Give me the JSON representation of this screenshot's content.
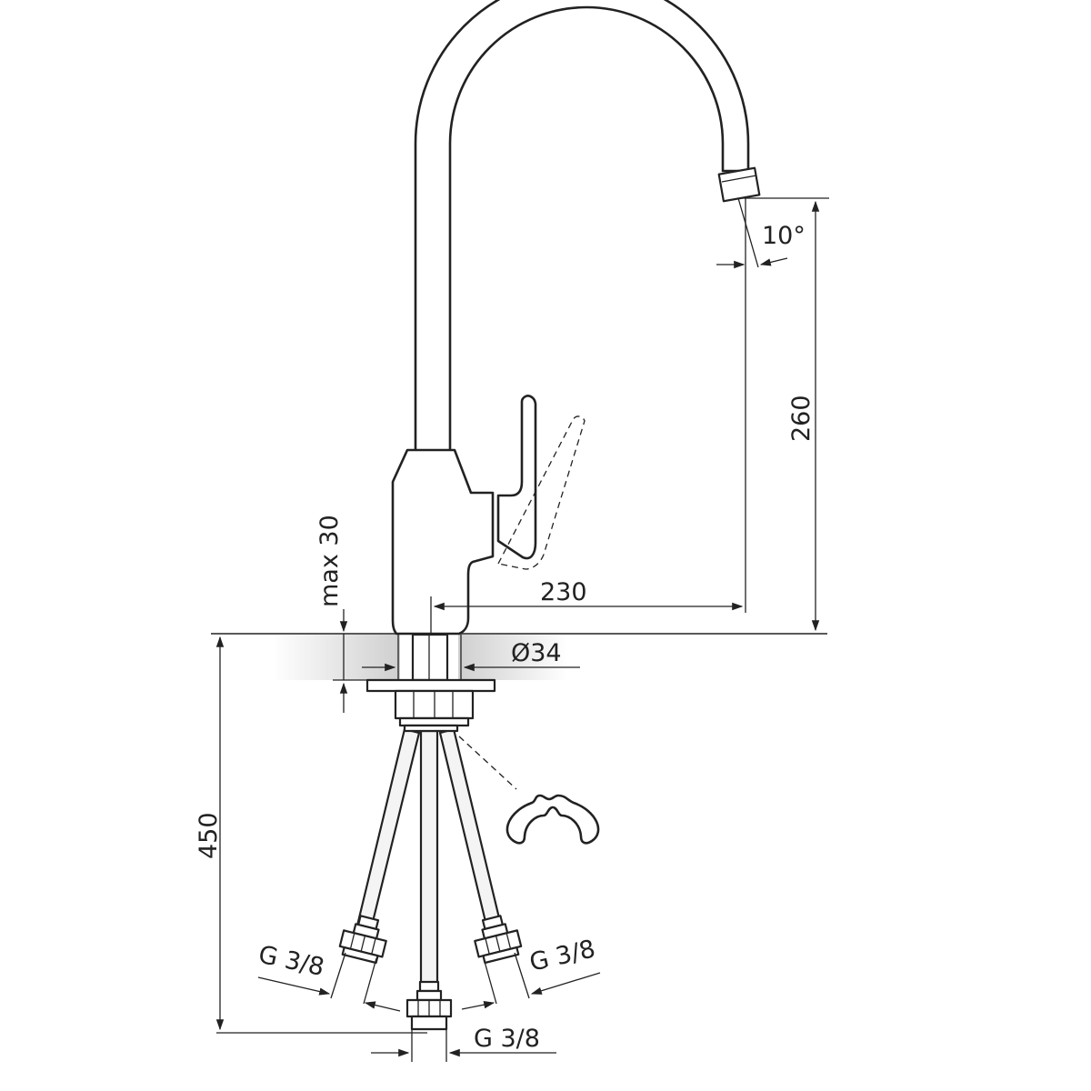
{
  "drawing": {
    "dimensions": {
      "spout_angle": "10°",
      "spout_height": "260",
      "spout_reach": "230",
      "max_counter_thickness": "max 30",
      "hole_diameter": "Ø34",
      "hose_length": "450",
      "left_hose_thread": "G 3/8",
      "right_hose_thread": "G 3/8",
      "center_hose_thread": "G 3/8"
    },
    "colors": {
      "line": "#222222",
      "counter_gradient": "#cfcfcf",
      "background": "#ffffff"
    }
  }
}
